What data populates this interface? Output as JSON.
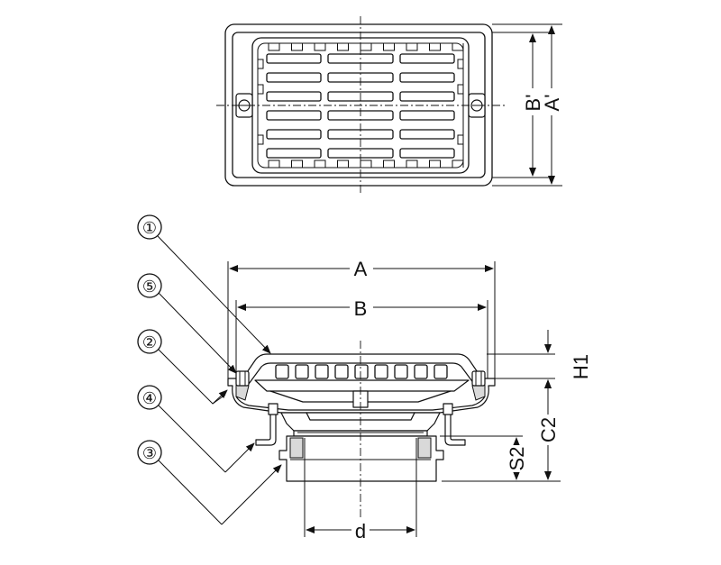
{
  "top_view": {
    "dimensions": {
      "inner_width": "B'",
      "outer_width": "A'"
    }
  },
  "section_view": {
    "dimensions": {
      "outer_length": "A",
      "inner_length": "B",
      "grate_height": "H1",
      "body_height": "C2",
      "socket_depth": "S2",
      "outlet_diameter": "d"
    },
    "callouts": [
      {
        "label": "①"
      },
      {
        "label": "⑤"
      },
      {
        "label": "②"
      },
      {
        "label": "④"
      },
      {
        "label": "③"
      }
    ]
  }
}
